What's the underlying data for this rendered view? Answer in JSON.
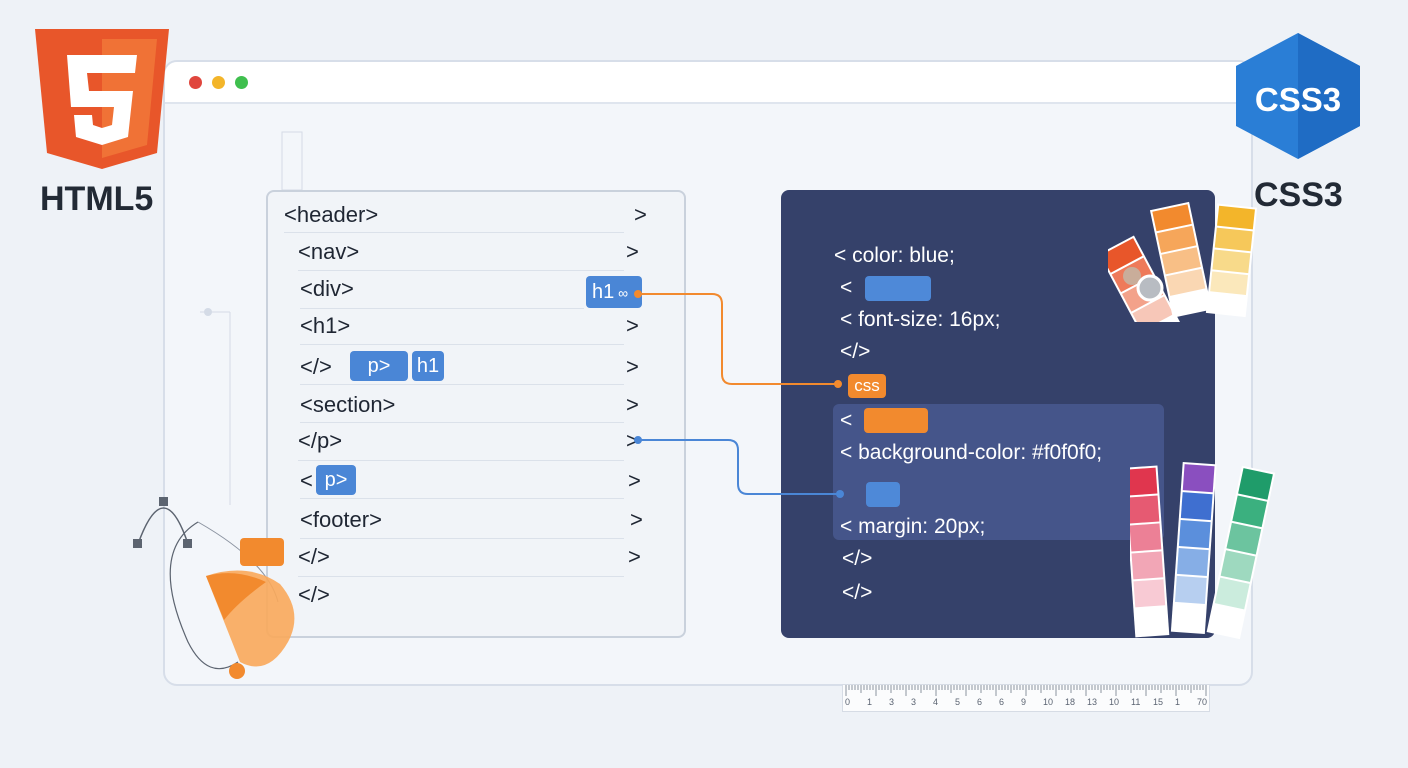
{
  "logos": {
    "html5_badge_glyph": "5",
    "html5_label": "HTML5",
    "css3_badge_text": "CSS3",
    "css3_label": "CSS3"
  },
  "window_controls": {
    "close_color": "#e0463d",
    "minimize_color": "#f3b52a",
    "maximize_color": "#3fbf4e"
  },
  "html_panel": {
    "lines": [
      {
        "text": "<header>",
        "chevron": ">"
      },
      {
        "text": "<nav>",
        "chevron": ">"
      },
      {
        "text": "<div>",
        "chevron": ""
      },
      {
        "text": "<h1>",
        "chevron": ">"
      },
      {
        "text": "</>",
        "chevron": ">"
      },
      {
        "text": "<section>",
        "chevron": ">"
      },
      {
        "text": "</p>",
        "chevron": ">"
      },
      {
        "text": "<",
        "chevron": ">"
      },
      {
        "text": "<footer>",
        "chevron": ">"
      },
      {
        "text": "</>",
        "chevron": ">"
      },
      {
        "text": "</>",
        "chevron": ""
      }
    ],
    "chips": {
      "h1_selected": "h1",
      "p_inline": "p>",
      "h1_inline": "h1",
      "p_tag": "p>"
    }
  },
  "css_panel": {
    "lines": [
      "< color: blue;",
      "<",
      "< font-size: 16px;",
      "</>",
      "<",
      "< background-color: #f0f0f0;",
      "< margin: 20px;",
      "</>",
      "</>"
    ],
    "css_chip": "css"
  },
  "ruler": {
    "numbers": [
      "0",
      "1",
      "3",
      "3",
      "4",
      "5",
      "6",
      "6",
      "9",
      "10",
      "18",
      "13",
      "10",
      "11",
      "15",
      "1",
      "70"
    ]
  },
  "colors": {
    "accent_blue": "#4a86d6",
    "accent_orange": "#f28a2e",
    "css_panel_bg": "#35416a",
    "html5_orange": "#e8562a",
    "css3_blue": "#2a7ed6"
  }
}
